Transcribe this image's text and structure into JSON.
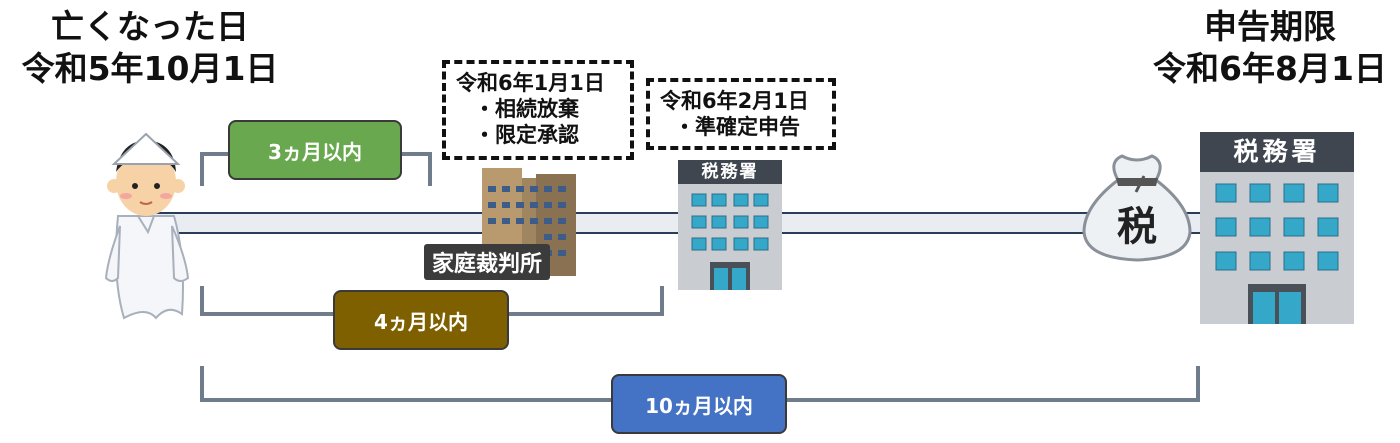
{
  "death": {
    "title": "亡くなった日",
    "date": "令和5年10月1日"
  },
  "deadline": {
    "title": "申告期限",
    "date": "令和6年8月1日"
  },
  "box_renunciation": {
    "date": "令和6年1月1日",
    "items": [
      "・相続放棄",
      "・限定承認"
    ]
  },
  "box_final_return": {
    "date": "令和6年2月1日",
    "items": [
      "・準確定申告"
    ]
  },
  "periods": {
    "p3": "3ヵ月以内",
    "p4": "4ヵ月以内",
    "p10": "10ヵ月以内"
  },
  "labels": {
    "court": "家庭裁判所",
    "tax_office_small": "税務署",
    "tax_office_large": "税務署",
    "tax_bag": "税"
  },
  "colors": {
    "period_3": "#6aa84f",
    "period_4": "#7f6000",
    "period_10": "#4472c4",
    "timeline": "#6f7c8c"
  },
  "icons": [
    "ghost-person-icon",
    "court-building-icon",
    "tax-office-icon",
    "tax-bag-icon"
  ]
}
